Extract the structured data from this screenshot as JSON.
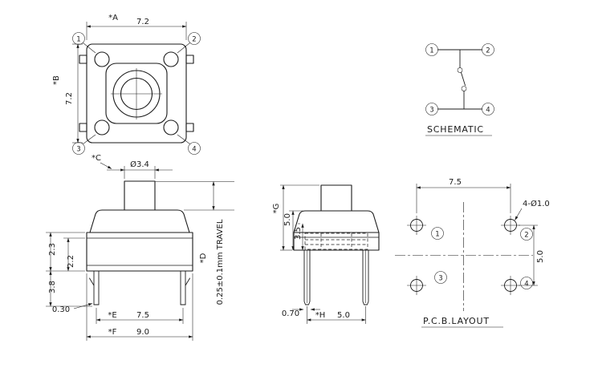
{
  "top_view": {
    "label_a": "*A",
    "value_a": "7.2",
    "label_b": "*B",
    "value_b": "7.2",
    "pins": [
      "1",
      "2",
      "3",
      "4"
    ]
  },
  "schematic": {
    "title": "SCHEMATIC",
    "pins": [
      "1",
      "2",
      "3",
      "4"
    ]
  },
  "front_view": {
    "label_c": "*C",
    "diameter": "Ø3.4",
    "dim_cap": "2.3",
    "dim_body": "2.2",
    "dim_leg": "3.8",
    "dim_leg_width": "0.30",
    "label_e": "*E",
    "value_e": "7.5",
    "label_f": "*F",
    "value_f": "9.0",
    "label_d": "*D",
    "travel": "0.25±0.1mm TRAVEL"
  },
  "side_view": {
    "label_g": "*G",
    "dim_height": "5.0",
    "dim_base": "3.5",
    "dim_pin_width": "0.70",
    "label_h": "*H",
    "value_h": "5.0"
  },
  "pcb_layout": {
    "title": "P.C.B.LAYOUT",
    "dim_h": "7.5",
    "dim_v": "5.0",
    "hole_note": "4-Ø1.0",
    "pins": [
      "1",
      "2",
      "3",
      "4"
    ]
  }
}
